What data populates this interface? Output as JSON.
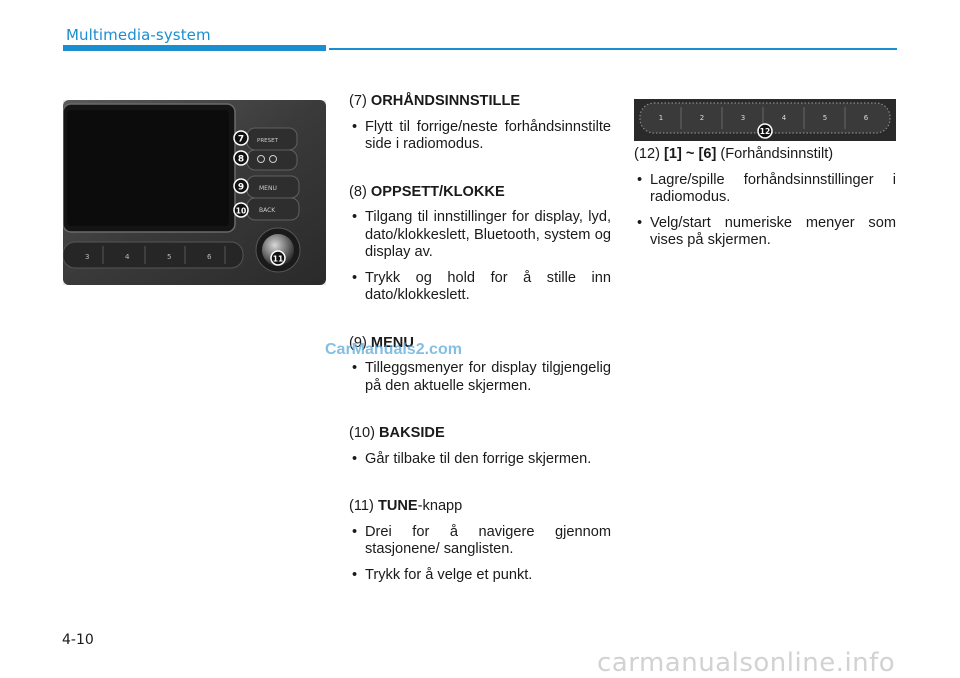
{
  "header": {
    "section_title": "Multimedia-system"
  },
  "photo_left": {
    "buttons": [
      "PRESET",
      "MENU",
      "BACK"
    ],
    "presets": [
      "3",
      "4",
      "5",
      "6"
    ],
    "callouts": [
      "7",
      "8",
      "9",
      "10",
      "11"
    ]
  },
  "photo_right": {
    "presets": [
      "1",
      "2",
      "3",
      "4",
      "5",
      "6"
    ],
    "callout": "12"
  },
  "items": [
    {
      "num": "(7)",
      "title": "ORHÅNDSINNSTILLE",
      "suffix": "",
      "bullets": [
        "Flytt til forrige/neste forhåndsinnstilte side i radiomodus."
      ]
    },
    {
      "num": "(8)",
      "title": "OPPSETT/KLOKKE",
      "suffix": "",
      "bullets": [
        "Tilgang til innstillinger for display, lyd, dato/klokkeslett, Bluetooth, system og display av.",
        "Trykk og hold for å stille inn dato/klokkeslett."
      ]
    },
    {
      "num": "(9)",
      "title": "MENU",
      "suffix": "",
      "bullets": [
        "Tilleggsmenyer for display tilgjengelig på den aktuelle skjermen."
      ]
    },
    {
      "num": "(10)",
      "title": "BAKSIDE",
      "suffix": "",
      "bullets": [
        "Går tilbake til den forrige skjermen."
      ]
    },
    {
      "num": "(11)",
      "title": "TUNE",
      "suffix": "-knapp",
      "bullets": [
        "Drei for å navigere gjennom stasjonene/ sanglisten.",
        "Trykk for å velge et punkt."
      ]
    },
    {
      "num": "(12)",
      "title": "[1] ~ [6]",
      "suffix": " (Forhåndsinnstilt)",
      "bullets": [
        "Lagre/spille forhåndsinnstillinger i radiomodus.",
        "Velg/start numeriske menyer som vises på skjermen."
      ]
    }
  ],
  "page_number": "4-10",
  "watermark": "CarManuals2.com",
  "footer_watermark": "carmanualsonline.info"
}
